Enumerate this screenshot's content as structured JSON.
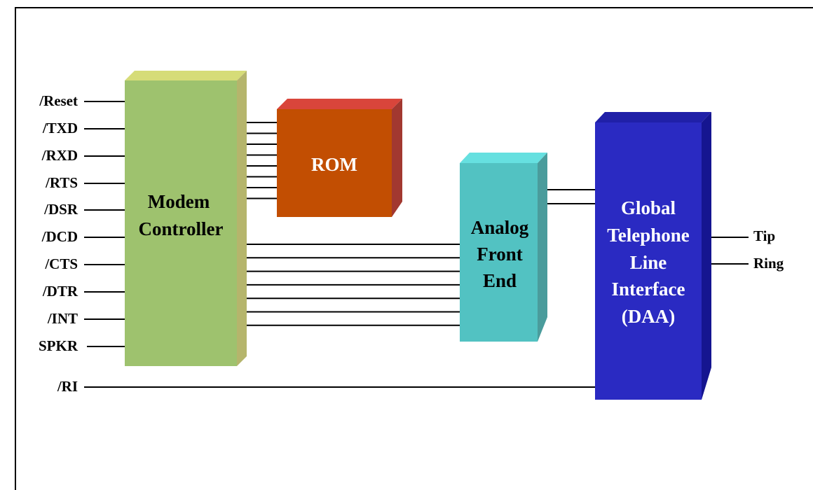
{
  "left_signals": [
    "/Reset",
    "/TXD",
    "/RXD",
    "/RTS",
    "/DSR",
    "/DCD",
    "/CTS",
    "/DTR",
    "/INT",
    "SPKR"
  ],
  "ri_signal": "/RI",
  "right_signals": [
    "Tip",
    "Ring"
  ],
  "blocks": {
    "modem_controller": {
      "lines": [
        "Modem",
        "Controller"
      ],
      "front": "#9ec26e",
      "top": "#d6dc78",
      "side": "#b5b56c",
      "text_color": "#000000"
    },
    "rom": {
      "lines": [
        "ROM"
      ],
      "front": "#c24e02",
      "top": "#d9453b",
      "side": "#a23830",
      "text_color": "#ffffff"
    },
    "analog_front_end": {
      "lines": [
        "Analog",
        "Front",
        "End"
      ],
      "front": "#52c2c2",
      "top": "#66e0e0",
      "side": "#4a9c9c",
      "text_color": "#000000"
    },
    "daa": {
      "lines": [
        "Global",
        "Telephone",
        "Line",
        "Interface",
        "(DAA)"
      ],
      "front": "#2a2ac2",
      "top": "#2020a8",
      "side": "#151590",
      "text_color": "#ffffff"
    }
  },
  "bus_lines": {
    "controller_to_rom": 8,
    "controller_to_afe": 7,
    "afe_to_daa": 2
  }
}
